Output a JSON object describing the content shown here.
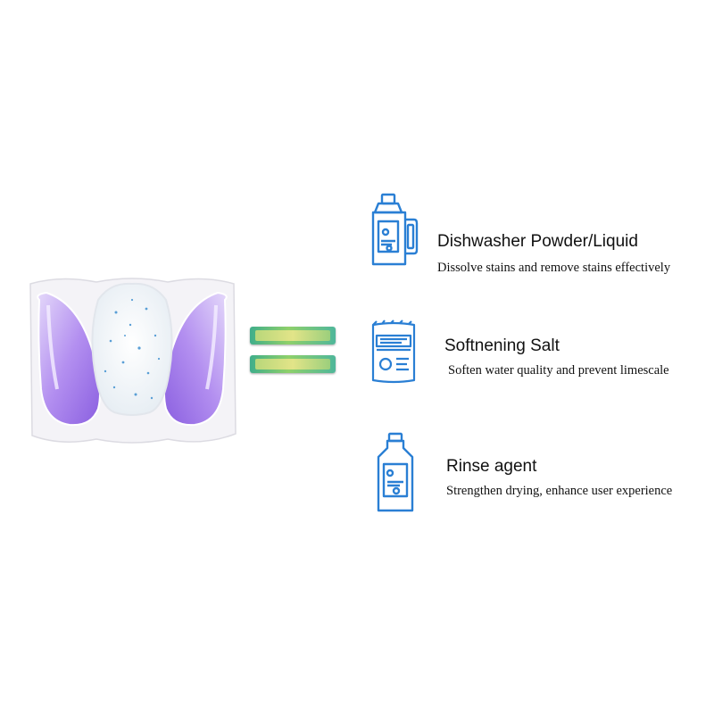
{
  "colors": {
    "icon_blue": "#2a7fd4",
    "pod_purple": "#9b6fe6",
    "equals_green": "#6cc07a"
  },
  "pod_image": {
    "icon": "dishwasher-pod-image"
  },
  "equals_sign": {
    "icon": "equals-icon"
  },
  "items": [
    {
      "icon": "detergent-bottle-icon",
      "title": "Dishwasher Powder/Liquid",
      "description": "Dissolve stains and remove stains effectively"
    },
    {
      "icon": "salt-bag-icon",
      "title": "Softnening Salt",
      "description": "Soften water quality and prevent limescale"
    },
    {
      "icon": "rinse-bottle-icon",
      "title": "Rinse agent",
      "description": "Strengthen drying, enhance user experience"
    }
  ]
}
